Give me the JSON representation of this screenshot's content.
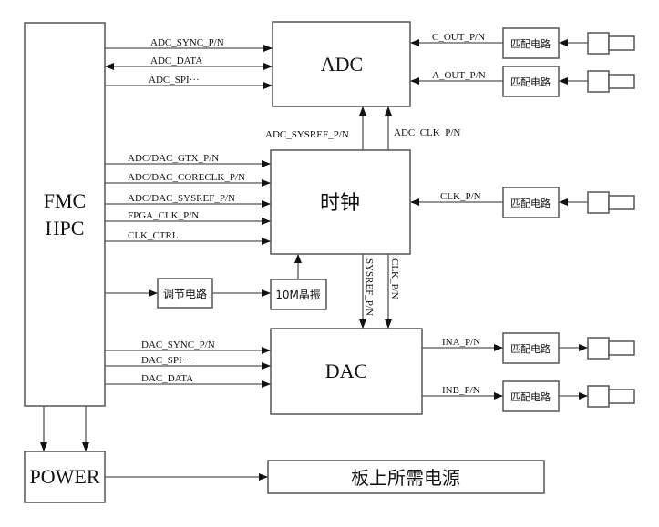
{
  "blocks": {
    "fmc_line1": "FMC",
    "fmc_line2": "HPC",
    "adc": "ADC",
    "clock": "时钟",
    "dac": "DAC",
    "power": "POWER",
    "power_rails": "板上所需电源",
    "regulator": "调节电路",
    "oscillator": "10M晶振",
    "matching": "匹配电路"
  },
  "signals": {
    "adc_sync": "ADC_SYNC_P/N",
    "adc_data": "ADC_DATA",
    "adc_spi": "ADC_SPI···",
    "c_out": "C_OUT_P/N",
    "a_out": "A_OUT_P/N",
    "adc_sysref": "ADC_SYSREF_P/N",
    "adc_clk": "ADC_CLK_P/N",
    "gtx": "ADC/DAC_GTX_P/N",
    "coreclk": "ADC/DAC_CORECLK_P/N",
    "sysref": "ADC/DAC_SYSREF_P/N",
    "fpga_clk": "FPGA_CLK_P/N",
    "clk_ctrl": "CLK_CTRL",
    "clk_in": "CLK_P/N",
    "dac_sysref": "SYSREF_P/N",
    "dac_clk": "CLK_P/N",
    "dac_sync": "DAC_SYNC_P/N",
    "dac_spi": "DAC_SPI···",
    "dac_data": "DAC_DATA",
    "ina": "INA_P/N",
    "inb": "INB_P/N"
  }
}
